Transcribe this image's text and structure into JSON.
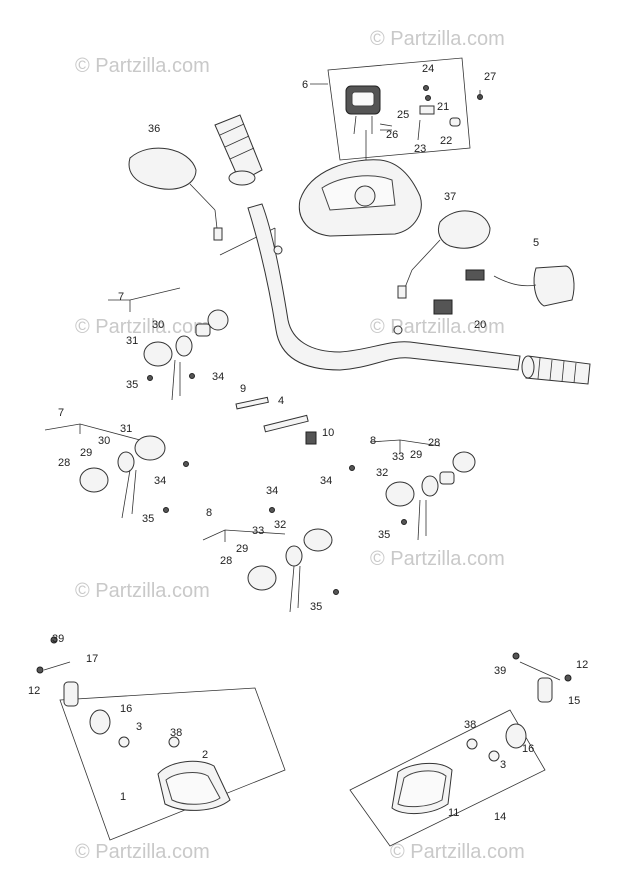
{
  "watermark": "© Partzilla.com",
  "parts": [
    {
      "id": "p6",
      "label": "6"
    },
    {
      "id": "p24",
      "label": "24"
    },
    {
      "id": "p27",
      "label": "27"
    },
    {
      "id": "p21",
      "label": "21"
    },
    {
      "id": "p25",
      "label": "25"
    },
    {
      "id": "p26",
      "label": "26"
    },
    {
      "id": "p22",
      "label": "22"
    },
    {
      "id": "p23",
      "label": "23"
    },
    {
      "id": "p36",
      "label": "36"
    },
    {
      "id": "p37",
      "label": "37"
    },
    {
      "id": "p5",
      "label": "5"
    },
    {
      "id": "p20",
      "label": "20"
    },
    {
      "id": "p7a",
      "label": "7"
    },
    {
      "id": "p30a",
      "label": "30"
    },
    {
      "id": "p31a",
      "label": "31"
    },
    {
      "id": "p35a",
      "label": "35"
    },
    {
      "id": "p34a",
      "label": "34"
    },
    {
      "id": "p9",
      "label": "9"
    },
    {
      "id": "p4",
      "label": "4"
    },
    {
      "id": "p10",
      "label": "10"
    },
    {
      "id": "p7b",
      "label": "7"
    },
    {
      "id": "p31b",
      "label": "31"
    },
    {
      "id": "p30b",
      "label": "30"
    },
    {
      "id": "p29b",
      "label": "29"
    },
    {
      "id": "p28b",
      "label": "28"
    },
    {
      "id": "p34b",
      "label": "34"
    },
    {
      "id": "p35b",
      "label": "35"
    },
    {
      "id": "p8a",
      "label": "8"
    },
    {
      "id": "p28c",
      "label": "28"
    },
    {
      "id": "p33a",
      "label": "33"
    },
    {
      "id": "p29c",
      "label": "29"
    },
    {
      "id": "p32a",
      "label": "32"
    },
    {
      "id": "p34c",
      "label": "34"
    },
    {
      "id": "p35c",
      "label": "35"
    },
    {
      "id": "p34d",
      "label": "34"
    },
    {
      "id": "p8b",
      "label": "8"
    },
    {
      "id": "p32b",
      "label": "32"
    },
    {
      "id": "p33b",
      "label": "33"
    },
    {
      "id": "p29d",
      "label": "29"
    },
    {
      "id": "p28d",
      "label": "28"
    },
    {
      "id": "p35d",
      "label": "35"
    },
    {
      "id": "p39a",
      "label": "39"
    },
    {
      "id": "p17",
      "label": "17"
    },
    {
      "id": "p12a",
      "label": "12"
    },
    {
      "id": "p16a",
      "label": "16"
    },
    {
      "id": "p3a",
      "label": "3"
    },
    {
      "id": "p38a",
      "label": "38"
    },
    {
      "id": "p2",
      "label": "2"
    },
    {
      "id": "p1",
      "label": "1"
    },
    {
      "id": "p39b",
      "label": "39"
    },
    {
      "id": "p12b",
      "label": "12"
    },
    {
      "id": "p15",
      "label": "15"
    },
    {
      "id": "p38b",
      "label": "38"
    },
    {
      "id": "p16b",
      "label": "16"
    },
    {
      "id": "p3b",
      "label": "3"
    },
    {
      "id": "p11",
      "label": "11"
    },
    {
      "id": "p14",
      "label": "14"
    }
  ]
}
